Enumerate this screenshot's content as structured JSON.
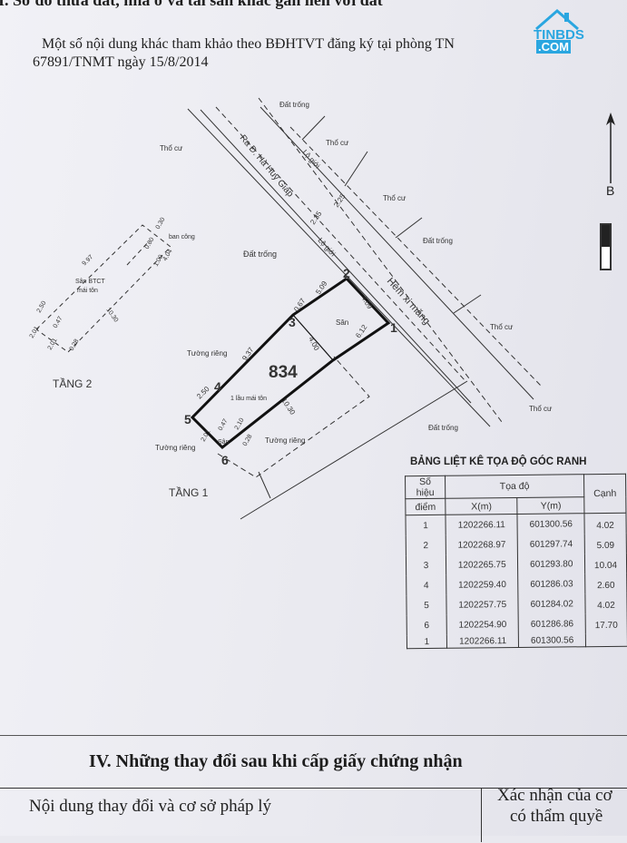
{
  "header": {
    "section_title": "I. Sơ đồ thửa đất, nhà ở và tài sản khác gắn liền với đất",
    "note_line1": "Một số nội dung khác tham khảo theo BĐHTVT đăng ký tại phòng TN",
    "note_line2": "67891/TNMT ngày 15/8/2014"
  },
  "watermark": {
    "line1": "TINBDS",
    "line2": ".COM"
  },
  "north_label": "B",
  "plan": {
    "parcel_number": "834",
    "floor1_label": "TẦNG 1",
    "floor2_label": "TẦNG 2",
    "road_name": "Ra Đ. Hà Huy Giáp",
    "alley_name": "Hẻm xi măng",
    "road_reserve_1": "Lộ giới",
    "road_reserve_2": "Lộ giới",
    "empty_land": "Đất trống",
    "residential": "Thổ cư",
    "yard": "Sân",
    "private_wall": "Tường riêng",
    "balcony": "ban công",
    "floor1_roof": "1 lầu mái tôn",
    "btct_deck": "Sân BTCT",
    "metal_roof": "mái tôn",
    "points": [
      "1",
      "2",
      "3",
      "4",
      "5",
      "6"
    ],
    "dims": {
      "d_409": "4.09",
      "d_509": "5.09",
      "d_067": "0.67",
      "d_400": "4.00",
      "d_612": "6.12",
      "d_937": "9.37",
      "d_1030": "10.30",
      "d_250": "2.50",
      "d_235": "2.35",
      "d_225": "2.25",
      "d_097": "9.97",
      "d_0460": "0.60",
      "d_404": "4.04",
      "d_100": "1.00",
      "d_201": "2.01",
      "d_210": "2.10",
      "d_030": "0.30",
      "d_047": "0.47",
      "d_028": "0.28",
      "d_1030b": "10.30"
    }
  },
  "coord_table": {
    "title": "BẢNG LIỆT KÊ TỌA ĐỘ GÓC RANH",
    "headers": {
      "point": "Số hiệu",
      "point2": "điểm",
      "coords": "Tọa độ",
      "x": "X(m)",
      "y": "Y(m)",
      "edge": "Cạnh"
    },
    "rows": [
      {
        "p": "1",
        "x": "1202266.11",
        "y": "601300.56"
      },
      {
        "p": "2",
        "x": "1202268.97",
        "y": "601297.74"
      },
      {
        "p": "3",
        "x": "1202265.75",
        "y": "601293.80"
      },
      {
        "p": "4",
        "x": "1202259.40",
        "y": "601286.03"
      },
      {
        "p": "5",
        "x": "1202257.75",
        "y": "601284.02"
      },
      {
        "p": "6",
        "x": "1202254.90",
        "y": "601286.86"
      },
      {
        "p": "1",
        "x": "1202266.11",
        "y": "601300.56"
      }
    ],
    "edges": [
      "4.02",
      "5.09",
      "10.04",
      "2.60",
      "4.02",
      "17.70"
    ]
  },
  "section4": {
    "title": "IV. Những thay đổi sau khi cấp giấy chứng nhận",
    "content_label": "Nội dung thay đổi và cơ sở pháp lý",
    "confirm_line1": "Xác nhận của cơ",
    "confirm_line2": "có thẩm quyề"
  }
}
